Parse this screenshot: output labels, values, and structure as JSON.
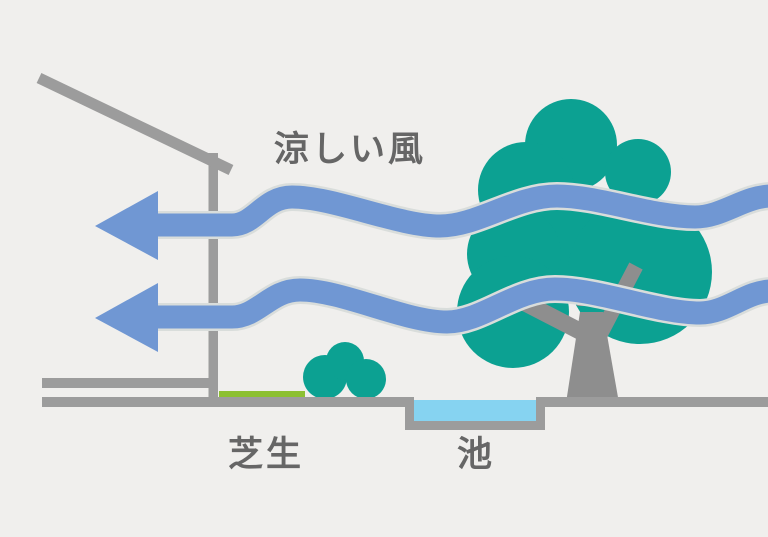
{
  "page": {
    "background_color": "#f0efed"
  },
  "diagram": {
    "labels": {
      "wind": "涼しい風",
      "lawn": "芝生",
      "pond": "池"
    },
    "colors": {
      "arrow_blue": "#7097d3",
      "arrow_outline": "#d9dddb",
      "foliage_teal": "#0ca192",
      "trunk_gray": "#8e8e8e",
      "structure_gray": "#9c9c9c",
      "water_blue": "#86d3f1",
      "grass_green": "#8cc032",
      "label_gray": "#666666"
    }
  }
}
